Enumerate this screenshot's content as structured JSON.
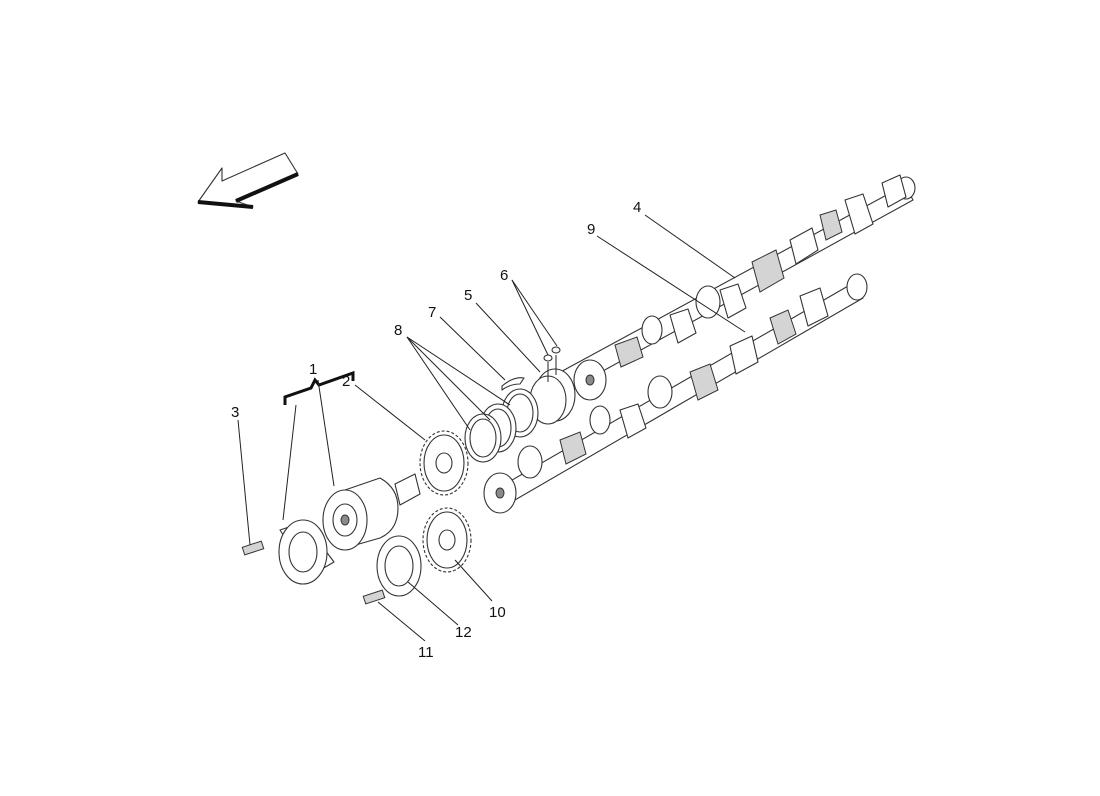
{
  "diagram": {
    "callouts": [
      {
        "id": "1",
        "text": "1"
      },
      {
        "id": "2",
        "text": "2"
      },
      {
        "id": "3",
        "text": "3"
      },
      {
        "id": "4",
        "text": "4"
      },
      {
        "id": "5",
        "text": "5"
      },
      {
        "id": "6",
        "text": "6"
      },
      {
        "id": "7",
        "text": "7"
      },
      {
        "id": "8",
        "text": "8"
      },
      {
        "id": "9",
        "text": "9"
      },
      {
        "id": "10",
        "text": "10"
      },
      {
        "id": "11",
        "text": "11"
      },
      {
        "id": "12",
        "text": "12"
      }
    ],
    "orientation_arrow_icon": "arrow-front-left-icon",
    "colors": {
      "line": "#222222",
      "fill": "#ffffff",
      "shade": "#d4d4d4",
      "dark": "#8a8a8a"
    }
  }
}
